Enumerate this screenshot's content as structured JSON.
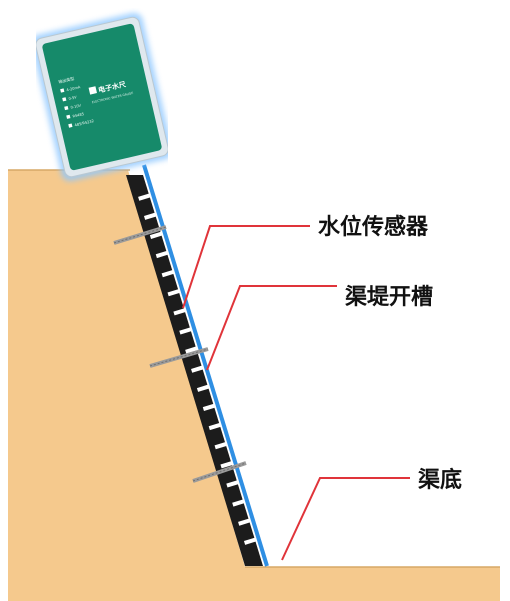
{
  "callouts": {
    "sensor_label": "水位传感器",
    "groove_label": "渠堤开槽",
    "bottom_label": "渠底"
  },
  "device": {
    "brand": "电子水尺",
    "subtitle": "ELECTRONIC WATER GAUGE",
    "spec_header": "输出类型",
    "specs": [
      "4-20mA",
      "0-5V",
      "0-10V",
      "RS485",
      "485/RS232"
    ]
  },
  "colors": {
    "soil": "#f5c98d",
    "gauge": "#1c1c1c",
    "rail": "#2f8fe3",
    "leader": "#e0343a",
    "device_panel": "#168a6a",
    "anchor": "#9a9a9a"
  }
}
